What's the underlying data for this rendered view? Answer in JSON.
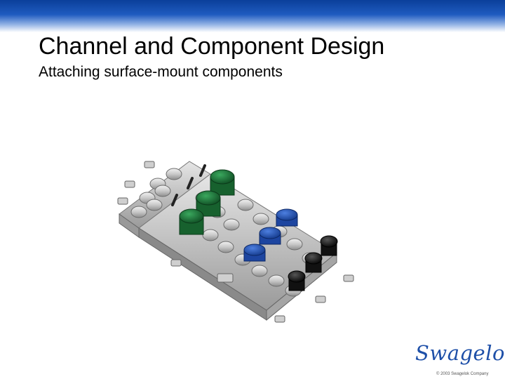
{
  "slide": {
    "title": "Channel and Component Design",
    "subtitle": "Attaching surface-mount components"
  },
  "illustration": {
    "components": [
      {
        "type": "green-cap",
        "count": 3
      },
      {
        "type": "blue-actuator",
        "count": 3
      },
      {
        "type": "black-knob",
        "count": 3
      }
    ]
  },
  "footer": {
    "logo_text": "Swagelok",
    "copyright": "© 2003 Swagelok Company"
  },
  "colors": {
    "top_bar": "#0a3f9a",
    "logo": "#1d4fa8",
    "green_cap": "#1f7a3a",
    "blue_actuator": "#2352b8",
    "black_knob": "#141414"
  }
}
